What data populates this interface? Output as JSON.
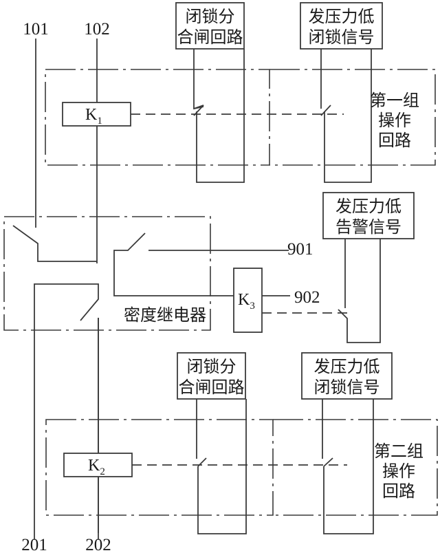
{
  "terminals": {
    "t101": "101",
    "t102": "102",
    "t201": "201",
    "t202": "202",
    "t901": "901",
    "t902": "902"
  },
  "relays": {
    "k1": {
      "letter": "K",
      "sub": "1"
    },
    "k2": {
      "letter": "K",
      "sub": "2"
    },
    "k3": {
      "letter": "K",
      "sub": "3"
    }
  },
  "group1": {
    "lock_close_box": [
      "闭锁分",
      "合闸回路"
    ],
    "low_pressure_lock_box": [
      "发压力低",
      "闭锁信号"
    ],
    "label": [
      "第一组",
      "操作",
      "回路"
    ]
  },
  "group2": {
    "lock_close_box": [
      "闭锁分",
      "合闸回路"
    ],
    "low_pressure_lock_box": [
      "发压力低",
      "闭锁信号"
    ],
    "label": [
      "第二组",
      "操作",
      "回路"
    ]
  },
  "alarm_box": [
    "发压力低",
    "告警信号"
  ],
  "density_relay_label": "密度继电器"
}
